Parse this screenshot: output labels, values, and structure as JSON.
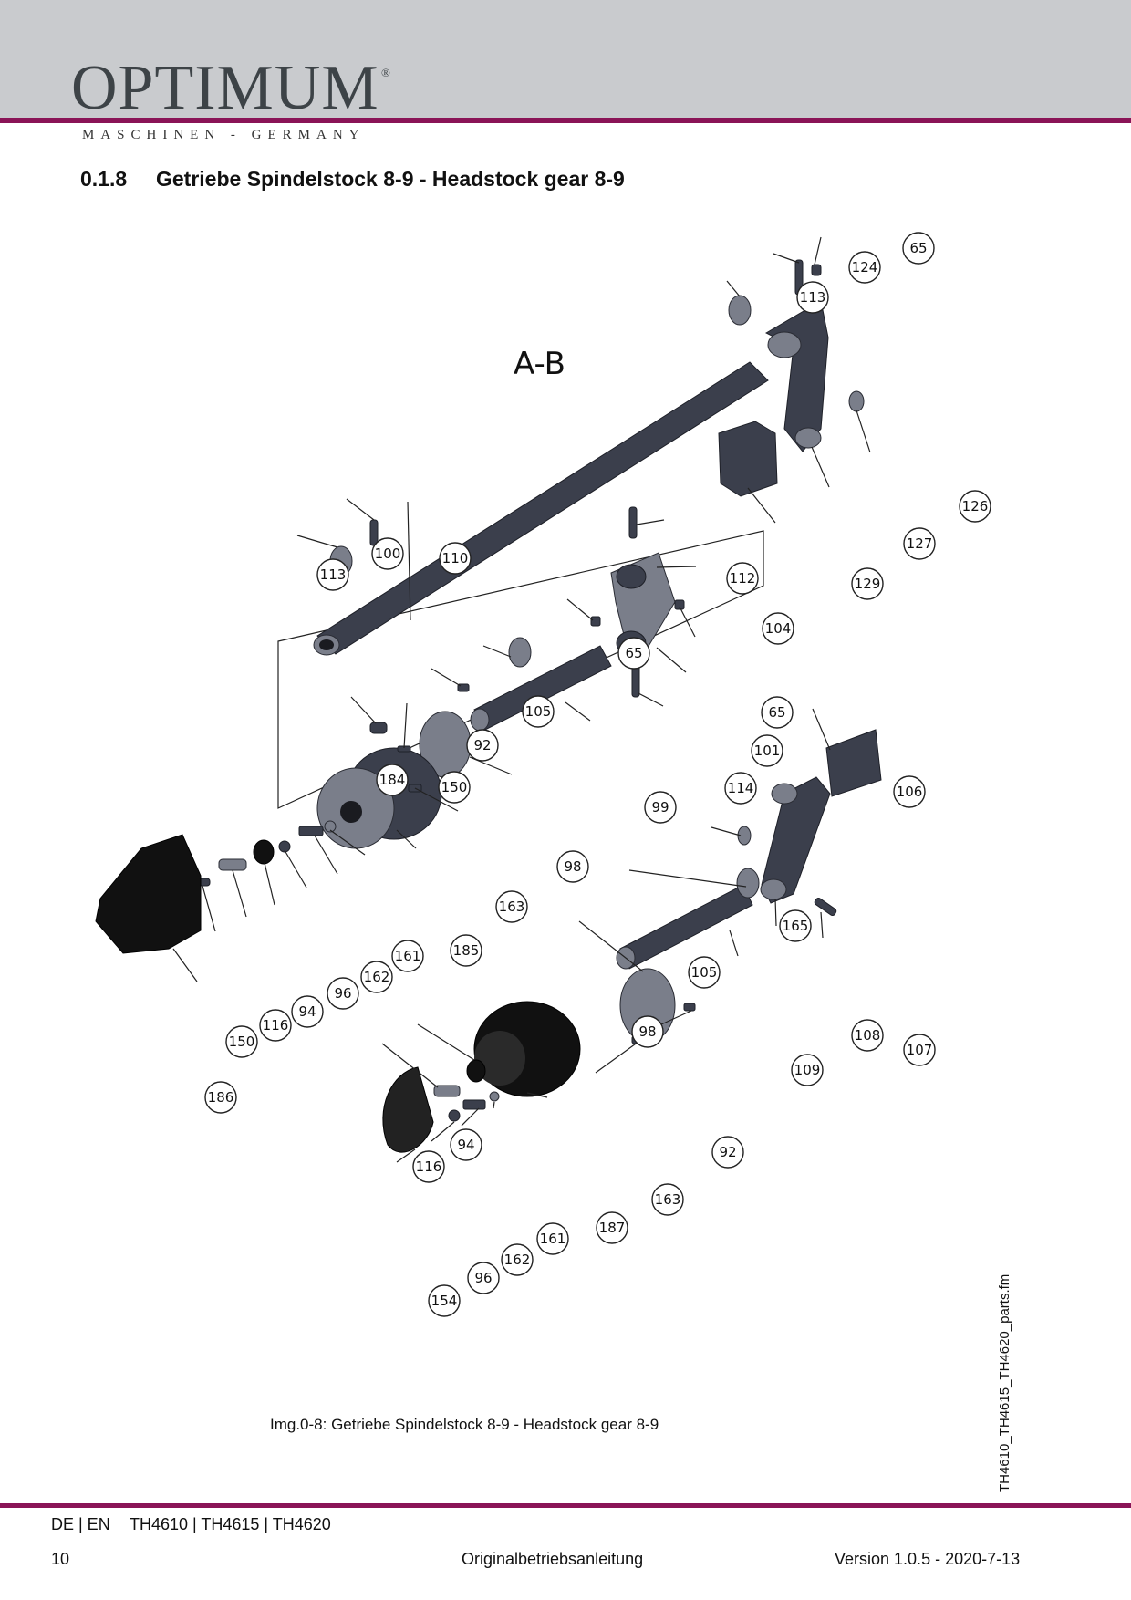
{
  "header": {
    "logo_text": "OPTIMUM",
    "logo_registered": "®",
    "logo_subtitle": "MASCHINEN - GERMANY",
    "accent_color": "#8a1457",
    "band_color": "#c9cbce"
  },
  "section": {
    "number": "0.1.8",
    "title": "Getriebe Spindelstock 8-9 - Headstock gear 8-9"
  },
  "drawing": {
    "view_label": "A-B",
    "part_numbers": [
      "65",
      "124",
      "113",
      "126",
      "127",
      "129",
      "113",
      "100",
      "110",
      "112",
      "104",
      "65",
      "65",
      "105",
      "101",
      "92",
      "114",
      "184",
      "150",
      "99",
      "106",
      "98",
      "163",
      "165",
      "185",
      "161",
      "162",
      "96",
      "94",
      "116",
      "150",
      "105",
      "108",
      "107",
      "98",
      "109",
      "186",
      "92",
      "94",
      "116",
      "163",
      "187",
      "161",
      "162",
      "96",
      "154"
    ]
  },
  "caption": "Img.0-8:   Getriebe Spindelstock 8-9 - Headstock gear 8-9",
  "side_filename": "TH4610_TH4615_TH4620_parts.fm",
  "footer": {
    "languages": "DE | EN",
    "models": "TH4610 | TH4615 | TH4620",
    "page_number": "10",
    "document": "Originalbetriebsanleitung",
    "version": "Version 1.0.5 - 2020-7-13"
  }
}
